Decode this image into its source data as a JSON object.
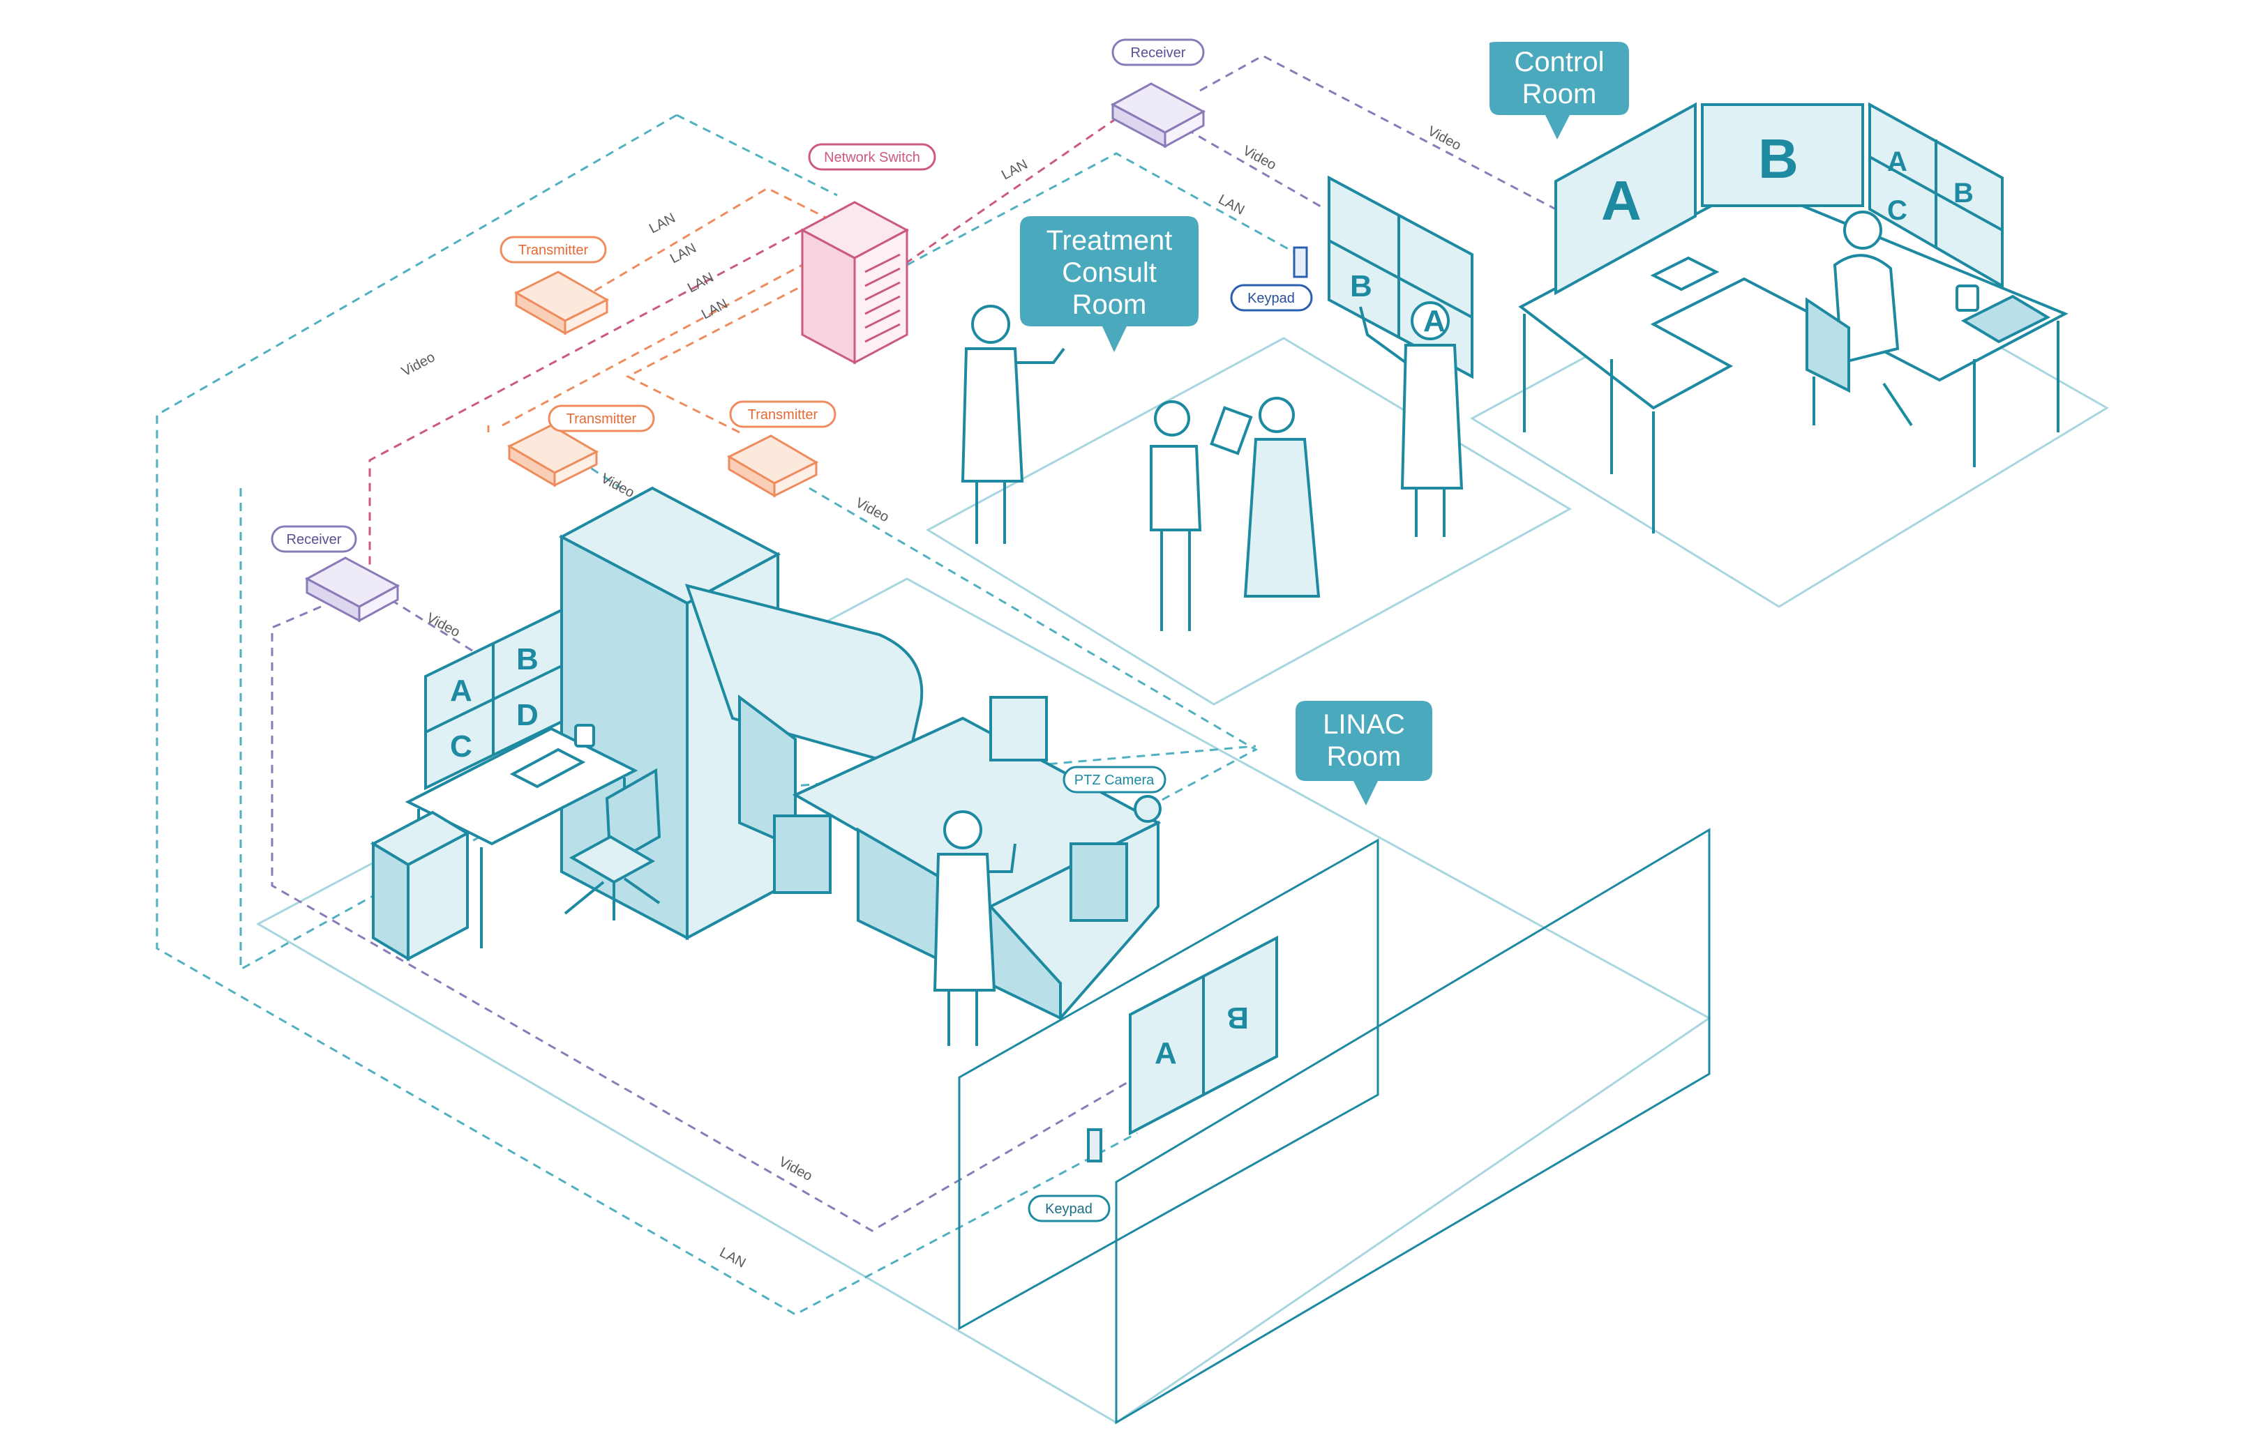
{
  "colors": {
    "teal": "#1d8aa1",
    "teal_fill": "#dff1f5",
    "teal_mid": "#b9e0e8",
    "bubble": "#4aa9bd",
    "orange": "#ef8c5e",
    "pink": "#cc5a7e",
    "purple": "#8a7bb8",
    "lan_teal": "#4fb0c0",
    "floor": "#a8d6df"
  },
  "rooms": {
    "control": "Control\nRoom",
    "consult": "Treatment\nConsult\nRoom",
    "linac": "LINAC\nRoom"
  },
  "devices": {
    "receiver_top": "Receiver",
    "receiver_left": "Receiver",
    "network_switch": "Network Switch",
    "transmitter_top": "Transmitter",
    "transmitter_mid": "Transmitter",
    "transmitter_right": "Transmitter",
    "ptz_camera": "PTZ Camera",
    "keypad_consult": "Keypad",
    "keypad_linac": "Keypad"
  },
  "wires": {
    "lan": "LAN",
    "video": "Video"
  },
  "screens": {
    "control_left": "A",
    "control_center": "B",
    "control_right": [
      "A",
      "B",
      "C"
    ],
    "consult": [
      "B",
      "A"
    ],
    "linac_desk": [
      "A",
      "B",
      "C",
      "D"
    ],
    "linac_wall": [
      "A",
      "B"
    ]
  }
}
